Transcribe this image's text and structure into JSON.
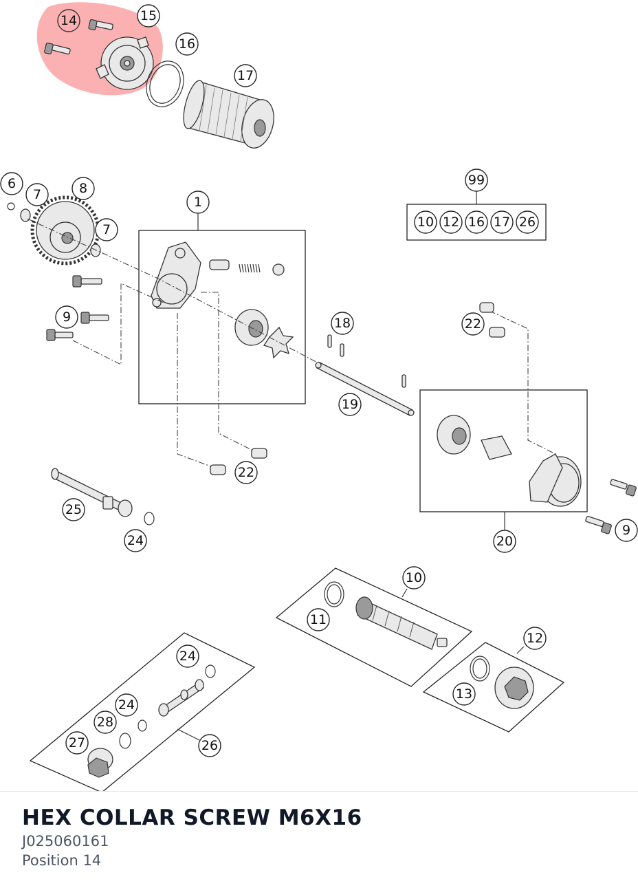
{
  "callouts": {
    "c1": "1",
    "c6": "6",
    "c7a": "7",
    "c7b": "7",
    "c8": "8",
    "c9a": "9",
    "c9b": "9",
    "c10": "10",
    "c11": "11",
    "c12": "12",
    "c13": "13",
    "c14": "14",
    "c15": "15",
    "c16": "16",
    "c17": "17",
    "c18": "18",
    "c19": "19",
    "c20": "20",
    "c22a": "22",
    "c22b": "22",
    "c24a": "24",
    "c24b": "24",
    "c24c": "24",
    "c25": "25",
    "c26": "26",
    "c27": "27",
    "c28": "28",
    "c99": "99"
  },
  "kit99": [
    "10",
    "12",
    "16",
    "17",
    "26"
  ],
  "highlight": {
    "position": "14",
    "color": "#f87171"
  },
  "footer": {
    "title": "HEX COLLAR SCREW M6X16",
    "part_number": "J025060161",
    "position_label": "Position 14"
  }
}
